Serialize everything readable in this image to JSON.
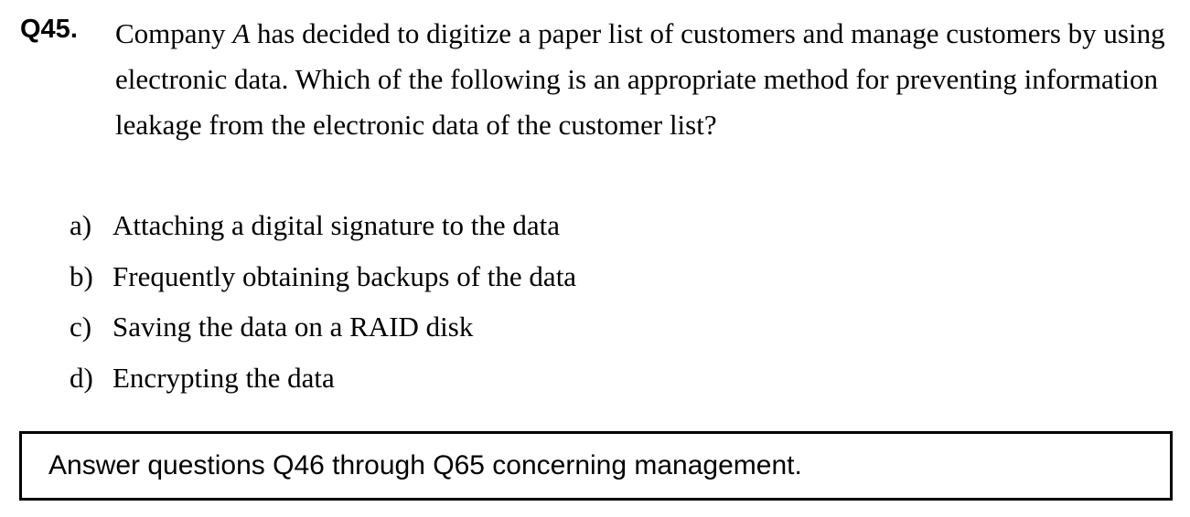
{
  "question": {
    "number": "Q45.",
    "text_before": "Company ",
    "text_italic": "A",
    "text_after": " has decided to digitize a paper list of customers and manage customers by using electronic data. Which of the following is an appropriate method for preventing information leakage from the electronic data of the customer list?"
  },
  "options": [
    {
      "letter": "a)",
      "text": "Attaching a digital signature to the data"
    },
    {
      "letter": "b)",
      "text": "Frequently obtaining backups of the data"
    },
    {
      "letter": "c)",
      "text": "Saving the data on a RAID disk"
    },
    {
      "letter": "d)",
      "text": "Encrypting the data"
    }
  ],
  "notice": "Answer questions Q46 through Q65 concerning management."
}
